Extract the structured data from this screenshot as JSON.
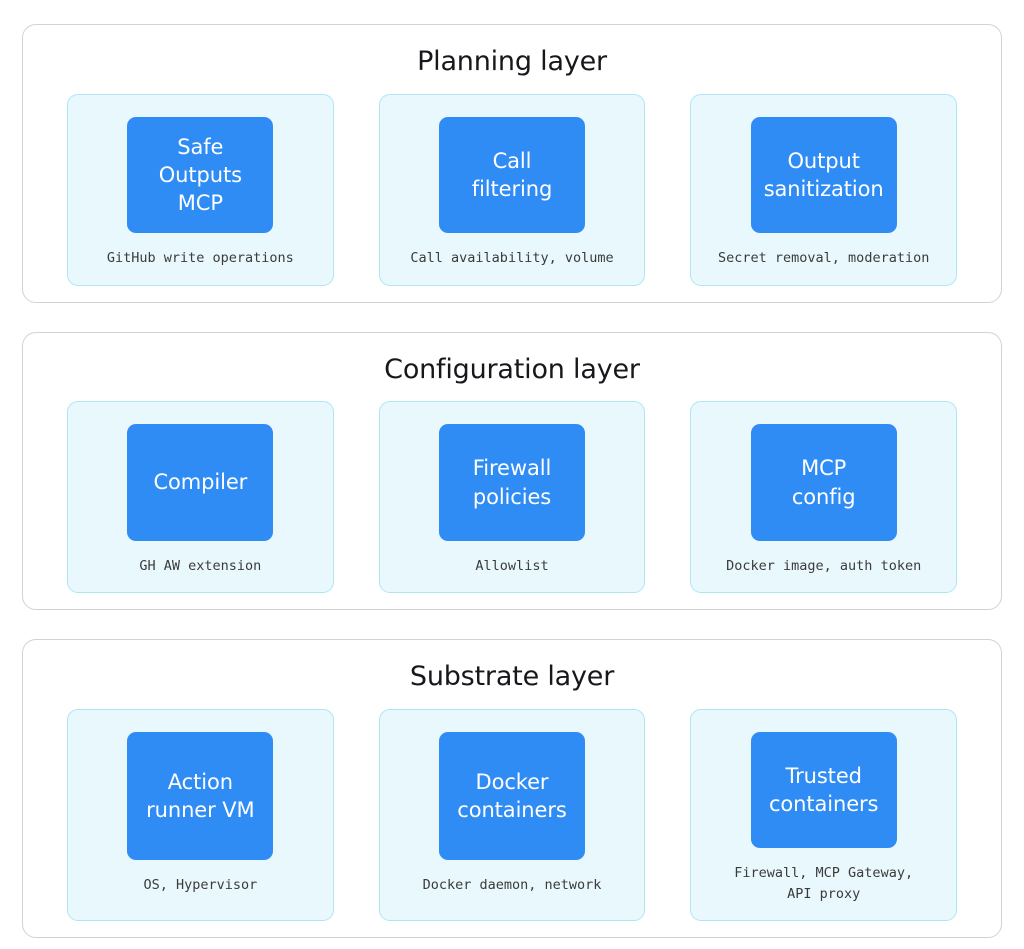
{
  "diagram": {
    "title": "Layered architecture diagram",
    "background_color": "#ffffff",
    "accent_color": "#2f8cf5",
    "panel_bg_color": "#e9f8fd",
    "panel_border_color": "#aee6f4",
    "card_border_color": "#d2d2d2",
    "node_text_color": "#ffffff",
    "caption_text_color": "#3b3b3b"
  },
  "layers": [
    {
      "title": "Planning layer",
      "panels": [
        {
          "node_label": "Safe\nOutputs\nMCP",
          "caption": "GitHub write operations"
        },
        {
          "node_label": "Call\nfiltering",
          "caption": "Call availability, volume"
        },
        {
          "node_label": "Output\nsanitization",
          "caption": "Secret removal, moderation"
        }
      ]
    },
    {
      "title": "Configuration layer",
      "panels": [
        {
          "node_label": "Compiler",
          "caption": "GH AW extension"
        },
        {
          "node_label": "Firewall\npolicies",
          "caption": "Allowlist"
        },
        {
          "node_label": "MCP\nconfig",
          "caption": "Docker image, auth token"
        }
      ]
    },
    {
      "title": "Substrate layer",
      "panels": [
        {
          "node_label": "Action\nrunner VM",
          "caption": "OS, Hypervisor"
        },
        {
          "node_label": "Docker\ncontainers",
          "caption": "Docker daemon, network"
        },
        {
          "node_label": "Trusted\ncontainers",
          "caption": "Firewall, MCP Gateway,\nAPI proxy"
        }
      ]
    }
  ]
}
